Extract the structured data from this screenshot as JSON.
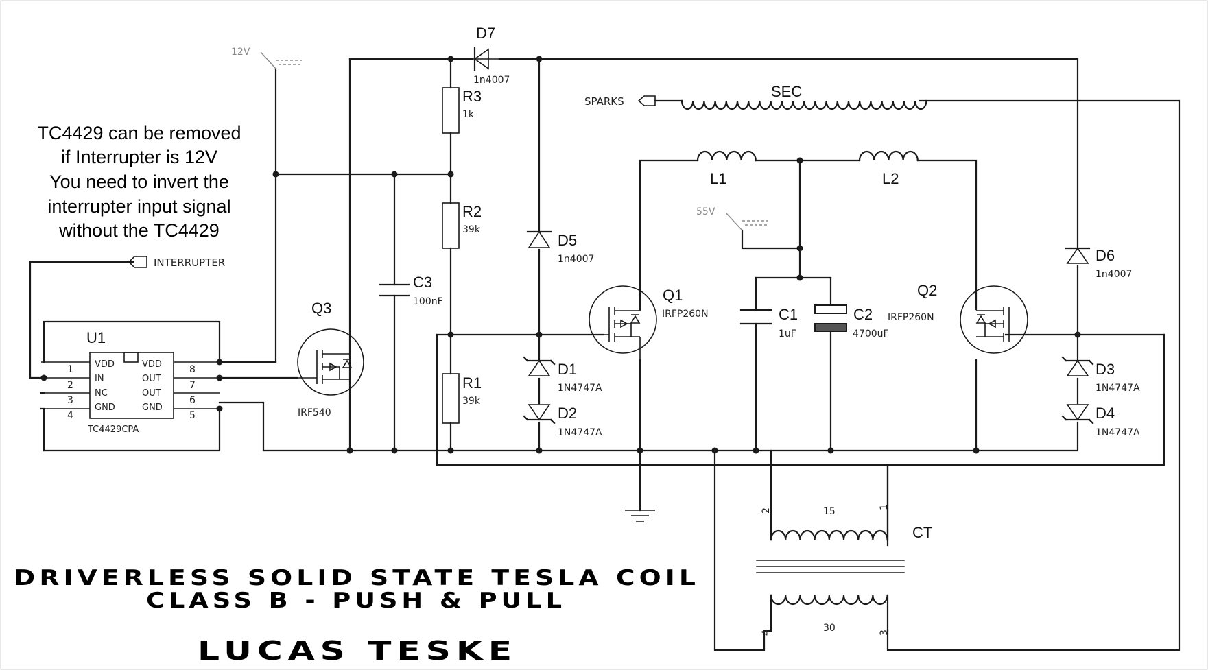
{
  "components": {
    "U1": {
      "ref": "U1",
      "part": "TC4429CPA",
      "pins": [
        "1",
        "2",
        "3",
        "4",
        "5",
        "6",
        "7",
        "8"
      ],
      "pin_names": [
        "VDD",
        "IN",
        "NC",
        "GND",
        "VDD",
        "OUT",
        "OUT",
        "GND"
      ]
    },
    "Q1": {
      "ref": "Q1",
      "part": "IRFP260N"
    },
    "Q2": {
      "ref": "Q2",
      "part": "IRFP260N"
    },
    "Q3": {
      "ref": "Q3",
      "part": "IRF540"
    },
    "R1": {
      "ref": "R1",
      "value": "39k"
    },
    "R2": {
      "ref": "R2",
      "value": "39k"
    },
    "R3": {
      "ref": "R3",
      "value": "1k"
    },
    "C1": {
      "ref": "C1",
      "value": "1uF"
    },
    "C2": {
      "ref": "C2",
      "value": "4700uF"
    },
    "C3": {
      "ref": "C3",
      "value": "100nF"
    },
    "D1": {
      "ref": "D1",
      "part": "1N4747A"
    },
    "D2": {
      "ref": "D2",
      "part": "1N4747A"
    },
    "D3": {
      "ref": "D3",
      "part": "1N4747A"
    },
    "D4": {
      "ref": "D4",
      "part": "1N4747A"
    },
    "D5": {
      "ref": "D5",
      "part": "1n4007"
    },
    "D6": {
      "ref": "D6",
      "part": "1n4007"
    },
    "D7": {
      "ref": "D7",
      "part": "1n4007"
    },
    "L1": {
      "ref": "L1"
    },
    "L2": {
      "ref": "L2"
    },
    "SEC": {
      "ref": "SEC"
    },
    "CT": {
      "ref": "CT",
      "primary_turns": "15",
      "secondary_turns": "30",
      "pins": [
        "1",
        "2",
        "3",
        "4"
      ]
    }
  },
  "power": {
    "v12": "12V",
    "v55": "55V"
  },
  "ports": {
    "interrupter": "INTERRUPTER",
    "sparks": "SPARKS"
  },
  "note": [
    "TC4429 can be removed",
    "if Interrupter is 12V",
    "You need to invert the",
    "interrupter input signal",
    "without the TC4429"
  ],
  "title": {
    "line1": "DRIVERLESS SOLID STATE TESLA COIL",
    "line2": "CLASS B - PUSH & PULL",
    "author": "LUCAS TESKE"
  }
}
